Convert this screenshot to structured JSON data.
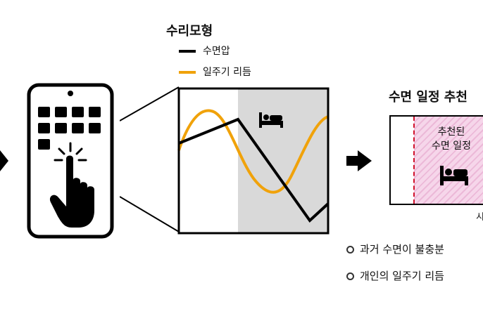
{
  "model": {
    "title": "수리모형",
    "legend": [
      {
        "label": "수면압",
        "color": "#000000"
      },
      {
        "label": "일주기 리듬",
        "color": "#f0a20a"
      }
    ]
  },
  "recommendation": {
    "title": "수면 일정 추천",
    "label_lines": [
      "추천된",
      "수면 일정"
    ],
    "axis_tick": "시",
    "colors": {
      "hatch": "#f6d6ea",
      "dash": "#d0102a"
    }
  },
  "notes": [
    "과거 수면이 불충분",
    "개인의 일주기 리듬"
  ],
  "icons": [
    "arrow-right-icon",
    "smartphone-icon",
    "tap-hand-icon",
    "bed-icon"
  ]
}
